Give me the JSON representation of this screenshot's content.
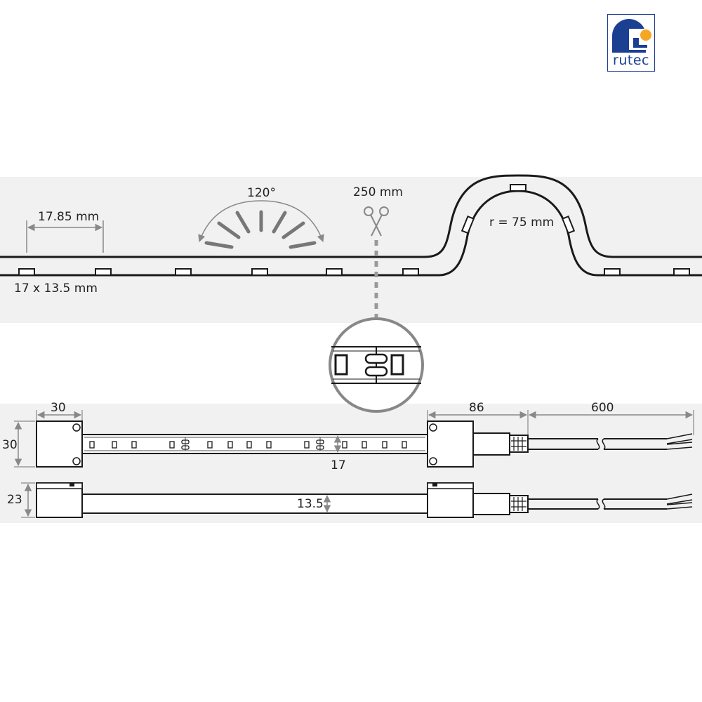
{
  "logo": {
    "text": "rutec",
    "colors": {
      "blue": "#1b3f91",
      "orange": "#f5a623"
    }
  },
  "side_view": {
    "pitch_label": "17.85 mm",
    "led_size_label": "17 x 13.5 mm",
    "beam_angle_label": "120°",
    "cut_interval_label": "250 mm",
    "bend_radius_label": "r = 75 mm"
  },
  "top_view": {
    "end_cap_width": "30",
    "end_cap_height": "30",
    "strip_width": "17",
    "connector_length": "86",
    "cable_length": "600"
  },
  "front_view": {
    "end_cap_height": "23",
    "strip_height": "13.5"
  },
  "icons": [
    "scissors-icon",
    "magnifier-circle"
  ],
  "colors": {
    "line": "#1a1a1a",
    "dimension": "#888888",
    "background_band": "#f1f1f1",
    "dotted": "#999999"
  }
}
